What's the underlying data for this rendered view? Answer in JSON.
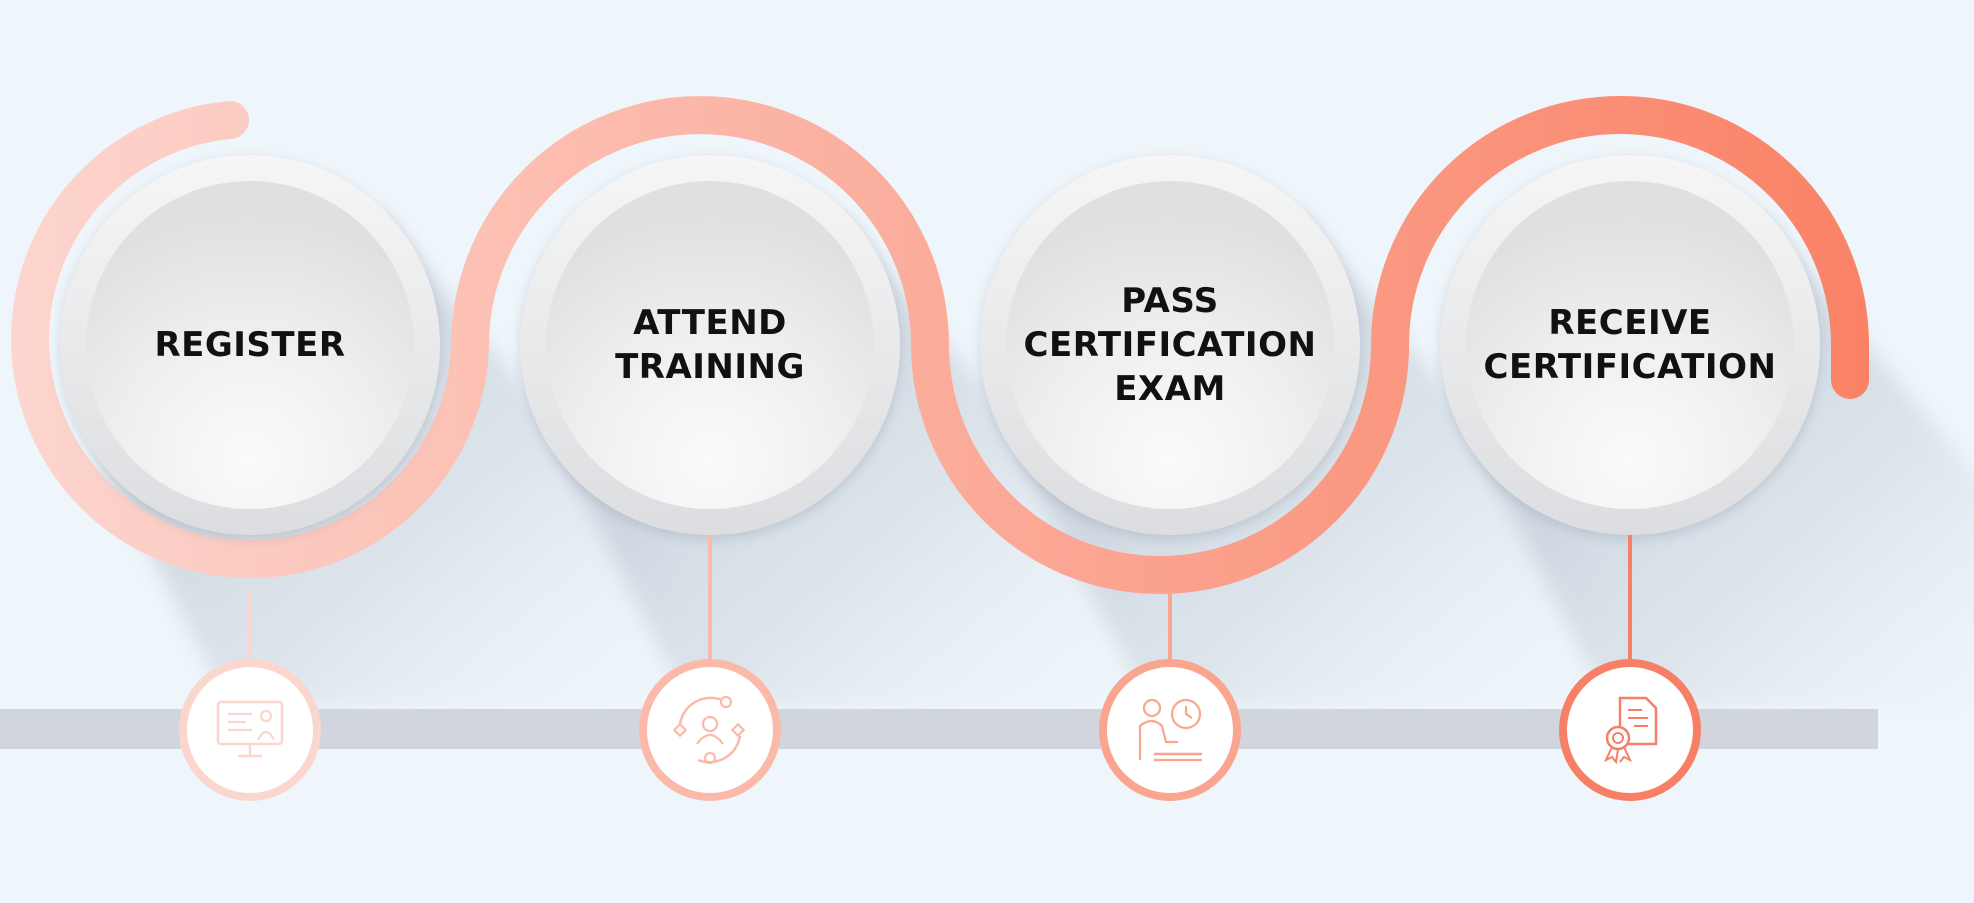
{
  "colors": {
    "background": "#eff6fb",
    "bar": "#d1d6de",
    "ribbon_start": "#fcd6cf",
    "ribbon_end": "#fa8266",
    "circle_face": "#e9eaeb"
  },
  "steps": [
    {
      "lines": [
        "REGISTER"
      ],
      "icon": "presentation-icon",
      "accent": "#fbd6ce"
    },
    {
      "lines": [
        "ATTEND",
        "TRAINING"
      ],
      "icon": "training-cycle-icon",
      "accent": "#fbbaa9"
    },
    {
      "lines": [
        "PASS",
        "CERTIFICATION",
        "EXAM"
      ],
      "icon": "exam-desk-icon",
      "accent": "#f9a58f"
    },
    {
      "lines": [
        "RECEIVE",
        "CERTIFICATION"
      ],
      "icon": "certificate-icon",
      "accent": "#f77f66"
    }
  ]
}
